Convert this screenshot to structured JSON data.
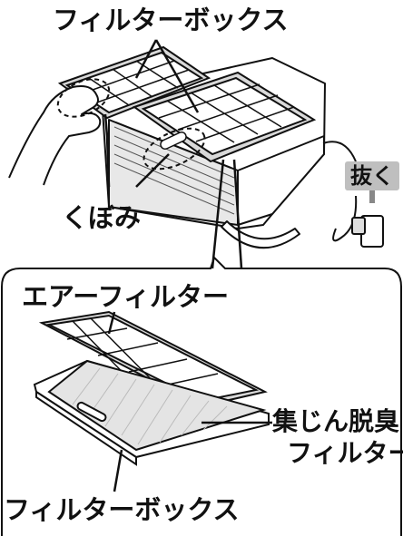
{
  "labels": {
    "filter_box_top": "フィルターボックス",
    "indent": "くぼみ",
    "unplug": "抜く",
    "air_filter": "エアーフィルター",
    "dust_filter_line1": "集じん脱臭",
    "dust_filter_line2": "フィルター",
    "filter_box_bottom": "フィルターボックス"
  }
}
